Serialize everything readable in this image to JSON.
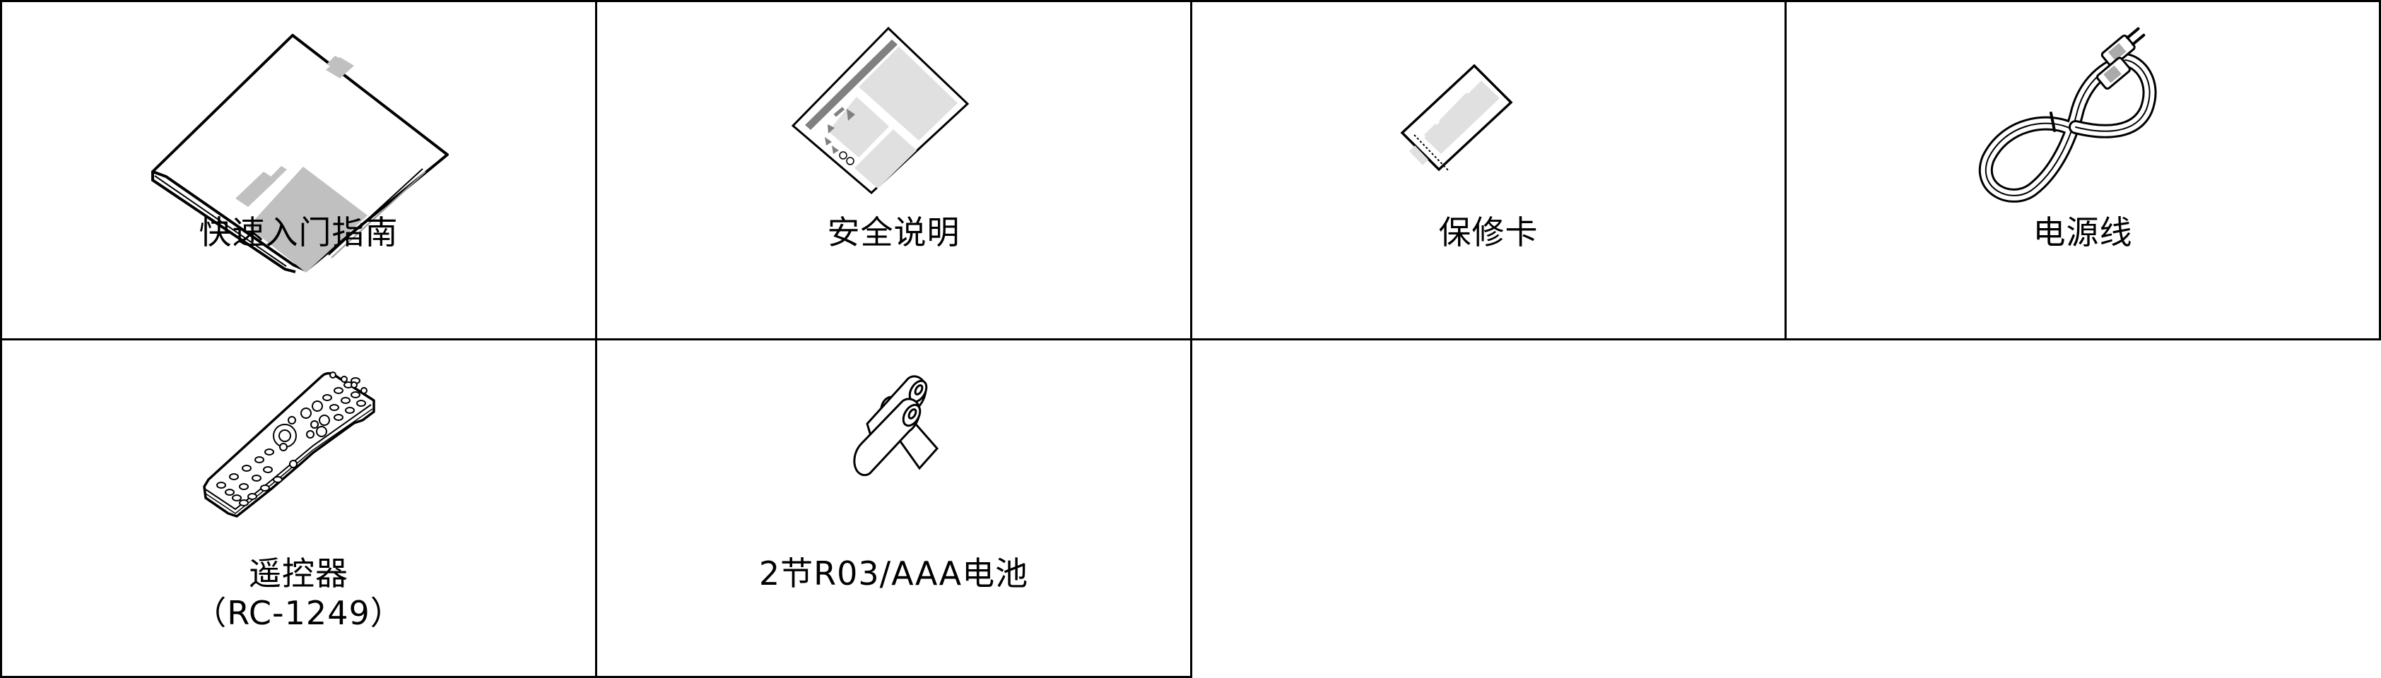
{
  "accessories": [
    {
      "label": "快速入门指南",
      "icon": "quick-start-guide-icon"
    },
    {
      "label": "安全说明",
      "icon": "safety-instructions-icon"
    },
    {
      "label": "保修卡",
      "icon": "warranty-card-icon"
    },
    {
      "label": "电源线",
      "icon": "power-cord-icon"
    },
    {
      "label": "遥控器",
      "sublabel": "（RC-1249）",
      "icon": "remote-control-icon"
    },
    {
      "label": "2节R03/AAA电池",
      "icon": "batteries-icon"
    }
  ],
  "colors": {
    "border": "#000000",
    "fill_light": "#e0e0e0",
    "fill_mid": "#c0c0c0",
    "fill_dark": "#808080"
  }
}
